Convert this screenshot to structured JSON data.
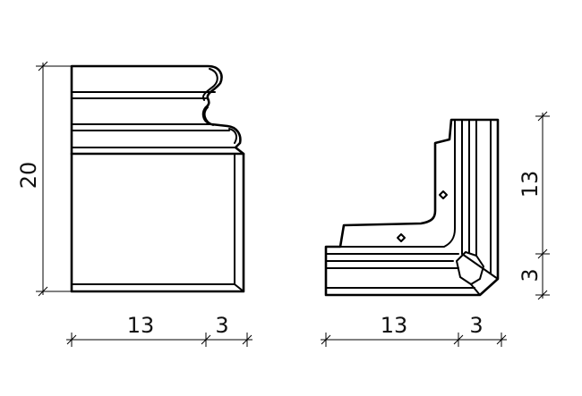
{
  "dimensions": {
    "front_height": "20",
    "front_width_main": "13",
    "front_width_return": "3",
    "corner_width_main": "13",
    "corner_width_return": "3",
    "corner_height_main": "13",
    "corner_height_return": "3"
  }
}
